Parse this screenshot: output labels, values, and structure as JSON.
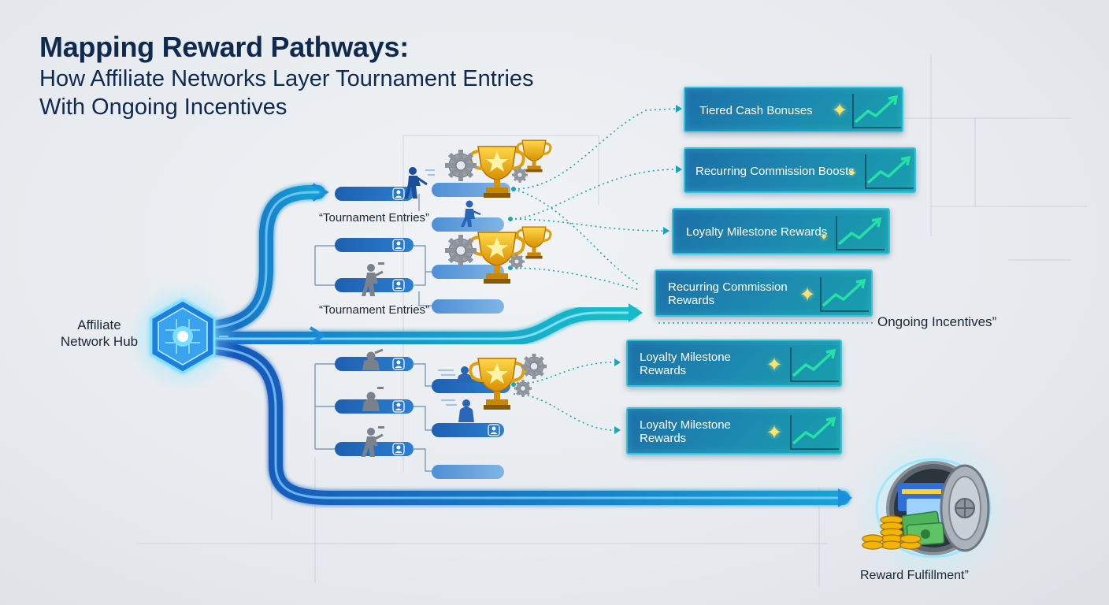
{
  "title": {
    "main": "Mapping Reward Pathways:",
    "line2": "How Affiliate Networks Layer Tournament Entries",
    "line3": "With Ongoing Incentives"
  },
  "hub": {
    "line1": "Affiliate",
    "line2": "Network Hub"
  },
  "labels": {
    "tournament_entries_1": "“Tournament Entries”",
    "tournament_entries_2": "“Tournament Entries”",
    "ongoing_incentives": "Ongoing Incentives”",
    "reward_fulfillment": "Reward Fulfillment”"
  },
  "cards": [
    {
      "line1": "Tiered Cash Bonuses",
      "line2": ""
    },
    {
      "line1": "Recurring Commission Boosts",
      "line2": ""
    },
    {
      "line1": "Loyalty Milestone Rewards",
      "line2": ""
    },
    {
      "line1": "Recurring Commission",
      "line2": "Rewards"
    },
    {
      "line1": "Loyalty Milestone",
      "line2": "Rewards"
    },
    {
      "line1": "Loyalty Milestone",
      "line2": "Rewards"
    }
  ],
  "icons": {
    "hub": "hub-chip-icon",
    "trophy": "trophy-icon",
    "gear": "gear-icon",
    "user": "user-icon",
    "runner": "runner-icon",
    "sparkle": "sparkle-icon",
    "growth_chart": "growth-chart-icon",
    "vault": "vault-icon",
    "coins": "coins-icon",
    "cash": "cash-icon"
  },
  "colors": {
    "title": "#0e2a4f",
    "flow_blue": "#1565c0",
    "flow_cyan": "#12a7c9",
    "card_border": "#2fc6dc",
    "connector": "#1aa6b7",
    "trophy_gold": "#f2b705"
  }
}
